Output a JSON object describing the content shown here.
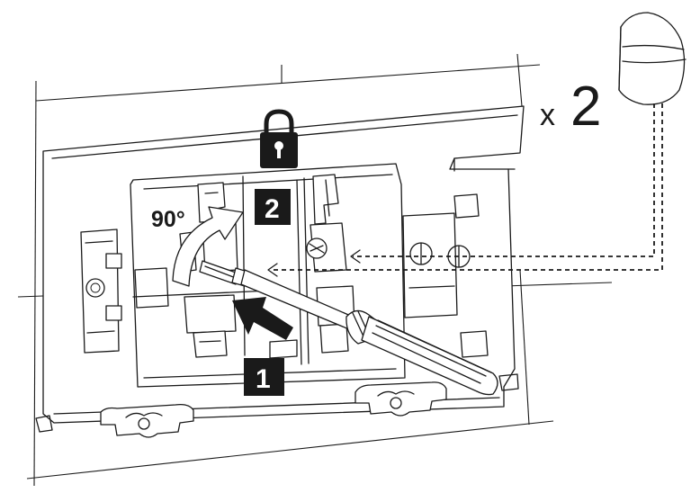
{
  "diagram": {
    "angle_label": "90°",
    "step_1": "1",
    "step_2": "2",
    "multiplier_prefix": "x",
    "multiplier_count": "2"
  },
  "colors": {
    "ink": "#1a1a1a",
    "background": "#ffffff"
  },
  "icons": [
    "lock-icon",
    "screwdriver-icon",
    "rotate-arrow-icon",
    "push-arrow-icon",
    "screw-cap-icon"
  ]
}
